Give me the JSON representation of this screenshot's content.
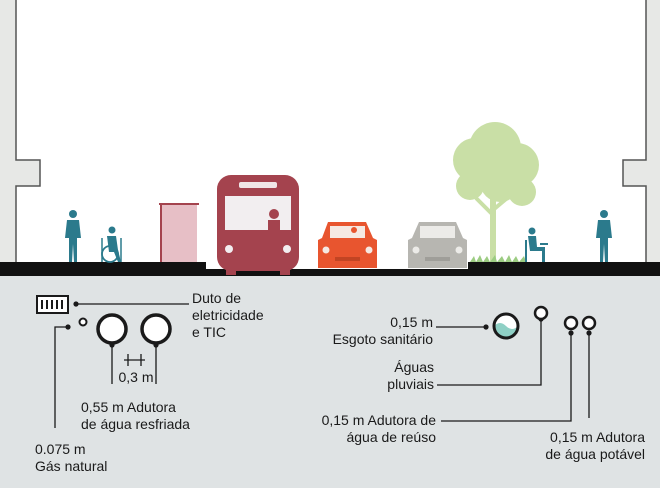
{
  "colors": {
    "ground": "#dfe3e4",
    "building": "#e7e8e6",
    "street": "#111111",
    "pedestrian": "#2b7a8c",
    "bus": "#a4434e",
    "car_red": "#e8552f",
    "car_grey": "#b7b6b1",
    "tree": "#c9dfa6",
    "shelter": "#e7bfc6",
    "water_pipe": "#8fd0c5",
    "line": "#1a1a1a"
  },
  "labels": {
    "electric_duct": [
      "Duto de",
      "eletricidade",
      "e TIC"
    ],
    "pipe_spacing": "0,3 m",
    "chilled_water": [
      "0,55 m Adutora",
      "de água resfriada"
    ],
    "natural_gas": [
      "0.075 m",
      "Gás natural"
    ],
    "sewer": [
      "0,15 m",
      "Esgoto sanitário"
    ],
    "stormwater": [
      "Águas",
      "pluviais"
    ],
    "reuse_water": [
      "0,15 m Adutora de",
      "água de reúso"
    ],
    "potable_water": [
      "0,15 m Adutora",
      "de água potável"
    ]
  },
  "icons": [
    "pedestrian-icon",
    "wheelchair-user-icon",
    "bus-shelter-icon",
    "bus-icon",
    "red-car-icon",
    "grey-car-icon",
    "tree-icon",
    "bench-person-icon"
  ]
}
